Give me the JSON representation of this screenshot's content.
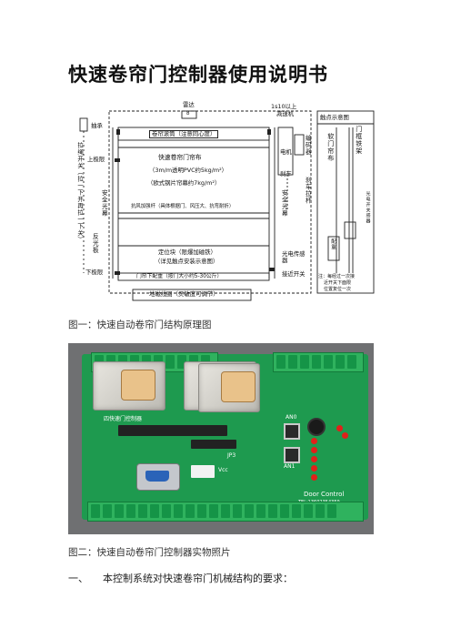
{
  "title": "快速卷帘门控制器使用说明书",
  "figure1": {
    "top_label": "雷达",
    "radar_box": "8",
    "top_right": "1s10以上",
    "top_right2": "减速机",
    "drum_label": "卷帘滚筒（注意同心度）",
    "curtain_title": "快速卷帘门帘布",
    "curtain_line1": "（3m/m透明PVC约5kg/m²）",
    "curtain_line2": "（欧式钢片帘幕约7kg/m²）",
    "windbar": "抗风加强杆（具体根据门、风压大、抗弯耐折）",
    "locate_line1": "定位块（限爆加磁铁）",
    "locate_line2": "（详见触点安装示意图）",
    "bottom_bar": "门帘下配重（按门大小约5-30公斤）",
    "ground": "地磁线圈（灵敏度可调节）",
    "left_top": "抽承",
    "upper_limit": "上极限",
    "lower_limit": "下极限",
    "left_vertical": "拉绳开关（拉一下开再拉一下关）",
    "left_safety": "安全光幕",
    "left_reflect": "反光板",
    "right_motor": "电机",
    "right_brake": "刹车",
    "right_encoder": "编码器",
    "right_rod": "刹车拉杆",
    "right_safety": "安全光幕",
    "right_photo": "光电传感器",
    "right_switch": "接近开关",
    "detail_title": "触点示意图",
    "detail_left": "软门帘布",
    "detail_right": "门框铁架",
    "detail_light": "光电开关感器",
    "detail_mark": "配重",
    "detail_note1": "注：每经过一次接",
    "detail_note2": "近开关下面限",
    "detail_note3": "位置复位一次",
    "caption": "图一：快速自动卷帘门结构原理图"
  },
  "figure2": {
    "caption": "图二：快速自动卷帘门控制器实物照片",
    "pcb_label": "四快速门控制器",
    "jp3": "JP3",
    "vcc": "Vcc",
    "an0": "AN0",
    "an1": "AN1",
    "door": "Door Control",
    "phone": "TEL:13602354359"
  },
  "section": {
    "number": "一、",
    "text": "本控制系统对快速卷帘门机械结构的要求："
  }
}
